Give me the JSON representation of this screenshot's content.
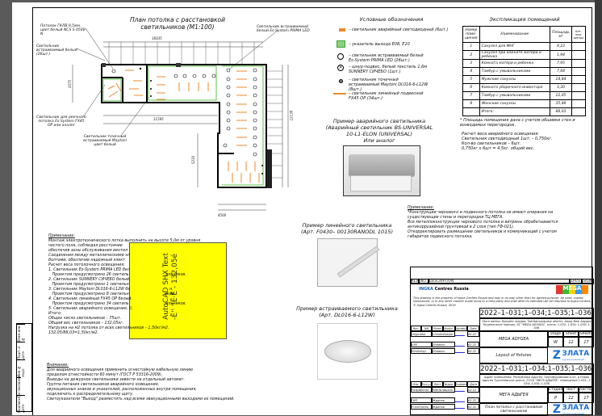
{
  "plan": {
    "title_line1": "План потолка с расстановкой",
    "title_line2": "светильников (М1:100)",
    "callouts": [
      "Потолок ГКЛВ 9,5мм. цвет белый NCS S 0500-N",
      "Светильник встраиваемый белый (26шт.)",
      "Светильник встраиваемый белый Es-System PRIMA LED",
      "Светильник для реечного потолка Es-System FX45 OP или аналог",
      "Светильник точечный встраиваемый Maytoni цвет белый"
    ],
    "dims": {
      "top": "16035",
      "left_bottom": "11595",
      "bottom": "4500",
      "right": "12130",
      "left": "3575",
      "lower_left": "5210"
    }
  },
  "legend": {
    "title": "Условные обозначения",
    "items": [
      "– светильник аварийный светодиодный (6шт.)",
      "– указатель выхода E08, E10",
      "– светильник встраиваемый белый Es-System PRIMA LED (26шт.)",
      "– шнур-подвес, белый текстиль 1,6м SUNNERY СИЧЕБО (1шт.)",
      "– светильник точечный встраиваемый Maytoni DL016-6-L12W (8шт.)",
      "– светильник линейный подвесной FX45 OP (34шт.)"
    ],
    "colors": {
      "emergency": "#f08a2a",
      "exit": "#3aa63a",
      "linear": "#f08a2a",
      "wall_green": "#5cbf4a"
    }
  },
  "explication": {
    "title": "Экспликация помещений",
    "headers": [
      "Номер поме-щения",
      "Наименование",
      "Площадь м²",
      "Кат. пом-щения"
    ],
    "rows": [
      [
        "1",
        "Санузел для МНГ",
        "4,23"
      ],
      [
        "2",
        "Санузел при комнате матери и ребенка",
        "1,94"
      ],
      [
        "3",
        "Комната матери и ребенка",
        "7,95"
      ],
      [
        "4",
        "Тамбур с умывальниками",
        "7,84"
      ],
      [
        "5",
        "Мужские санузлы",
        "14,84"
      ],
      [
        "6",
        "Комната уборочного инвентаря",
        "3,30"
      ],
      [
        "7",
        "Тамбур с умывальниками",
        "12,05"
      ],
      [
        "8",
        "Женские санузлы",
        "35,88"
      ],
      [
        "",
        "Итого:",
        "88,03"
      ]
    ],
    "footnote": "* Площадь помещения дана с учетом обшивки стен и возводимых перегородок.",
    "calc": [
      "Расчет веса аварийного освещения:",
      "Светильник светодиодный 1шт. – 0,750кг.",
      "Кол-во светильников – 6шт.",
      "0,750кг х 6шт = 4,5кг. общий вес."
    ]
  },
  "examples": {
    "emergency": [
      "Пример аварийного светильника",
      "(Аварийный светильник BS-UNIVERSAL",
      "10-L1-ELON (UNIVERSAL)",
      "Или аналог"
    ],
    "linear": [
      "Пример линейного светильника",
      "(Арт. F0430– 00130RANODL 1015)"
    ],
    "recessed": [
      "Пример встраиваемого светильника",
      "(Арт. DL016-6-L12W)"
    ]
  },
  "notes_right": [
    "Примечание:",
    "*Конструкции чернового и подвесного потолка не имеют опирания на",
    "существующие стены и перегородки ТЦ МЕГА.",
    "Все металлоконструкции чернового потолка и витрины обрабатываются",
    "антикоррозийной грунтовкой в 2 слоя (тип ГФ-021).",
    "Откорректировать размещение светильников и коммуникаций с учетом",
    "габаритов подвесного потолка."
  ],
  "notes_left": [
    "Примечание:",
    "Монтаж электротехнического лотка выполнить на высоте 5,0м от уровня",
    "чистого пола, соблюдая расстояние",
    "обеспечив зоны обслуживания вентил",
    "Соединения между металлическими эл",
    "болтами, обеспечив надежный элект",
    "",
    "Расчет веса потолочного освещения:",
    "1. Светильник Es-System PRIMA LED бел",
    "   Проектом предусмотрено 26 светиль                              ильников.",
    "2. Светильник SUNNERY СИЧЕБО белый,",
    "   Проектом предусмотрено 1 светильн",
    "3. Светильник Maytoni DL016-6-L12W бе                                н.",
    "   Проектом предусмотрено 8 светильн                             иков.",
    "4. Светильник линейный FX45 OP белый,",
    "   Проектом предусмотрено 34 светиль                              ильников.",
    "5. Светильник аварийного освещения, 0,",
    "Итого:",
    "Общее число светильников – 75шт.",
    "Общий вес светильников – 132,05кг.",
    "Нагрузка на м2 потолка от всех светильников – 1,50кг/м2.",
    "132,05/88,03=1,50кг/м2."
  ],
  "attention": [
    "Внимание:",
    "Для аварийного освещения применить огнестойкую кабельную линию",
    "пределом огнестойкости 60 минут (ГОСТ Р 53316-2009).",
    "Выводы на дежурное светильники завести на отдельный автомат.",
    "Группа питания светильников аварийного освещения,",
    "звукоционных знаков и указателей, расположенных внутри помещения,",
    "подключить к распределительному щиту.",
    "Светоуказатели \"Выход\" разместить над всеми эвакуационными выходами из помещений."
  ],
  "overlay": {
    "line1": "AutoCAD SHX Text",
    "line2": "-Ё'' ''Ё·Ё - 132,05é"
  },
  "stamp": [
    "Взам.инв.№",
    "Подп. и дата",
    "Инв.№ подл.",
    "Согласовано",
    "Подпись/Дата"
  ],
  "title_block": {
    "rev_headers": [
      "REV",
      "NO.",
      "DESCRIPTION",
      "DATE",
      "SIGN."
    ],
    "logo_text1": "INGKA",
    "logo_text2": "Centres Russia",
    "mega_logo": "MEGA",
    "disclaimer": "This drawing is the property of Ingka Centres Russia and may in no way other than for agreed purpose, be used, copied, reproduced, or in any other manner made know to a third party and shall after its intended use be returned to Ingka Centres.",
    "copyright": "© Ingka Centres Russia, 2019",
    "code_en": "02.2022–1–031;1–034;1–035;1–036–AR",
    "address_en": "Store adress: Republic Adygea, Takhtamukayskiy district, Along New Adygea Turgenevskoe highway, SC \"MEGA ADYGEA\", rooms: 1-031; 1-034; 1-035; 1-036",
    "cols_en": [
      "Rev.",
      "NN",
      "Sheet",
      "Nodoc.",
      "Signature",
      "Date"
    ],
    "people_en": [
      [
        "Originator",
        "Chmelnitskaia",
        "02.22"
      ],
      [
        "GPE",
        "Zhdanov",
        "02.22"
      ],
      [
        "Stroitelnyi",
        "Zhdanov",
        "02.22"
      ]
    ],
    "project_en": "MEGA ADYGEA",
    "stage_h": [
      "Stage",
      "Sheet",
      "Sheets"
    ],
    "stage_en": [
      "W",
      "12",
      "17"
    ],
    "sheet_title_en": "Layout of fixtures",
    "code_ru": "02.2022–1–031;1–034;1–035;1–036–AP",
    "address_ru": "Адрес помещения: Республика Адыгея, Тахтамукайский р-он, а Новая Адыгея Тургеневское шоссе, 27/10 \"МЕГА АДЫГЕЯ\", помещения 1-031; 1-034; 1-035; 1-036",
    "cols_ru": [
      "Изм.",
      "Кол.уч",
      "Лист",
      "№док.",
      "Подпись",
      "Дата"
    ],
    "people_ru": [
      [
        "Разработал",
        "Чмельницкая",
        "02.22"
      ],
      [
        "ГИП",
        "Жданов",
        "02.22"
      ],
      [
        "Н.контроль",
        "Жданов",
        "02.22"
      ]
    ],
    "project_ru": "МЕГА АДЫГЕЯ",
    "stage_h_ru": [
      "Стадия",
      "Лист",
      "Листов"
    ],
    "stage_ru": [
      "Р",
      "12",
      "17"
    ],
    "sheet_title_ru": "План потолка с расстановкой светильников",
    "company": "ЗЛАТА",
    "company_sub": "группа компаний"
  }
}
